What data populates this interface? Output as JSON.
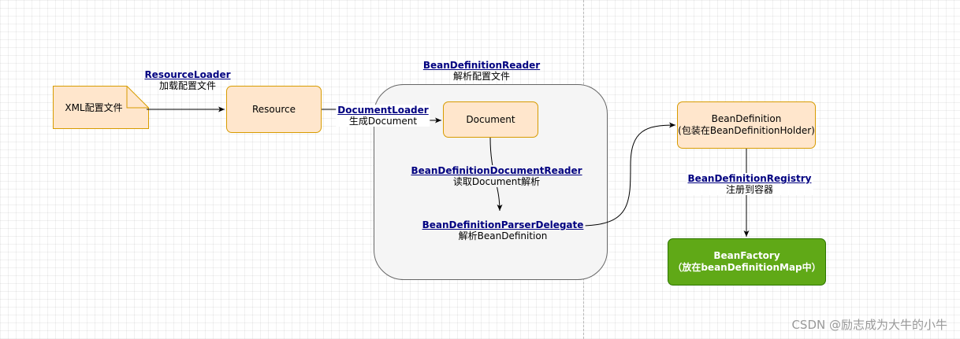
{
  "nodes": {
    "xml_file": "XML配置文件",
    "resource": "Resource",
    "document": "Document",
    "bean_definition_line1": "BeanDefinition",
    "bean_definition_line2": "(包装在BeanDefinitionHolder)",
    "bean_factory_line1": "BeanFactory",
    "bean_factory_line2": "（放在beanDefinitionMap中）"
  },
  "edges": {
    "resource_loader": {
      "link": "ResourceLoader",
      "sub": "加载配置文件"
    },
    "document_loader": {
      "link": "DocumentLoader",
      "sub": "生成Document"
    },
    "bean_definition_reader": {
      "link": "BeanDefinitionReader",
      "sub": "解析配置文件"
    },
    "bean_definition_document_reader": {
      "link": "BeanDefinitionDocumentReader",
      "sub": "读取Document解析"
    },
    "bean_definition_parser_delegate": {
      "link": "BeanDefinitionParserDelegate",
      "sub": "解析BeanDefinition"
    },
    "bean_definition_registry": {
      "link": "BeanDefinitionRegistry",
      "sub": "注册到容器"
    }
  },
  "watermark": "CSDN @励志成为大牛的小牛",
  "colors": {
    "node_fill": "#ffe6cc",
    "node_stroke": "#d79b00",
    "container_fill": "#f5f5f5",
    "factory_fill": "#60a917",
    "link_text": "#000080"
  }
}
